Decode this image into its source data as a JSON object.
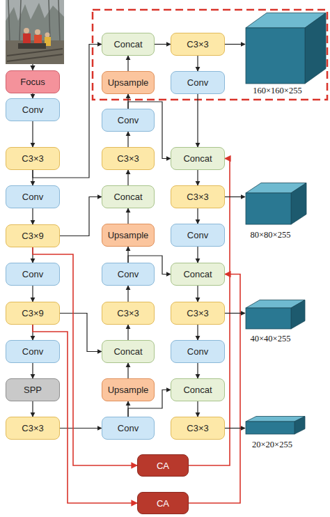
{
  "diagram": {
    "nodes": [
      {
        "text": [
          "Focus"
        ]
      },
      {
        "text": [
          "Conv"
        ]
      },
      {
        "text": [
          "C3×3"
        ]
      },
      {
        "text": [
          "Conv"
        ]
      },
      {
        "text": [
          "C3×9"
        ]
      },
      {
        "text": [
          "Conv"
        ]
      },
      {
        "text": [
          "C3×9"
        ]
      },
      {
        "text": [
          "Conv"
        ]
      },
      {
        "text": [
          "SPP"
        ]
      },
      {
        "text": [
          "C3×3"
        ]
      },
      {
        "text": [
          "Concat"
        ]
      },
      {
        "text": [
          "Upsample"
        ]
      },
      {
        "text": [
          "Conv"
        ]
      },
      {
        "text": [
          "C3×3"
        ]
      },
      {
        "text": [
          "Concat"
        ]
      },
      {
        "text": [
          "Upsample"
        ]
      },
      {
        "text": [
          "Conv"
        ]
      },
      {
        "text": [
          "C3×3"
        ]
      },
      {
        "text": [
          "Concat"
        ]
      },
      {
        "text": [
          "Upsample"
        ]
      },
      {
        "text": [
          "Conv"
        ]
      },
      {
        "text": [
          "C3×3"
        ]
      },
      {
        "text": [
          "Conv"
        ]
      },
      {
        "text": [
          "Concat"
        ]
      },
      {
        "text": [
          "C3×3"
        ]
      },
      {
        "text": [
          "Conv"
        ]
      },
      {
        "text": [
          "Concat"
        ]
      },
      {
        "text": [
          "C3×3"
        ]
      },
      {
        "text": [
          "Conv"
        ]
      },
      {
        "text": [
          "Concat"
        ]
      },
      {
        "text": [
          "C3×3"
        ]
      },
      {
        "text": [
          "CA"
        ]
      },
      {
        "text": [
          "CA"
        ]
      },
      {
        "text": [
          "160×160×255"
        ]
      },
      {
        "text": [
          "80×80×255"
        ]
      },
      {
        "text": [
          "40×40×255"
        ]
      },
      {
        "text": [
          "20×20×255"
        ]
      }
    ],
    "edges": [
      {
        "from": 0,
        "to": 1,
        "arrow": "to"
      },
      {
        "from": 1,
        "to": 2,
        "arrow": "to"
      },
      {
        "from": 2,
        "to": 3,
        "arrow": "to"
      },
      {
        "from": 3,
        "to": 4,
        "arrow": "to"
      },
      {
        "from": 4,
        "to": 5,
        "arrow": "to"
      },
      {
        "from": 5,
        "to": 6,
        "arrow": "to"
      },
      {
        "from": 6,
        "to": 7,
        "arrow": "to"
      },
      {
        "from": 7,
        "to": 8,
        "arrow": "to"
      },
      {
        "from": 8,
        "to": 9,
        "arrow": "to"
      },
      {
        "from": 2,
        "to": 10,
        "arrow": "to"
      },
      {
        "from": 4,
        "to": 14,
        "arrow": "to"
      },
      {
        "from": 6,
        "to": 18,
        "arrow": "to"
      },
      {
        "from": 9,
        "to": 20,
        "arrow": "to"
      },
      {
        "from": 4,
        "to": 31,
        "arrow": "to"
      },
      {
        "from": 6,
        "to": 32,
        "arrow": "to"
      },
      {
        "from": 31,
        "to": 23,
        "arrow": "to"
      },
      {
        "from": 32,
        "to": 26,
        "arrow": "to"
      },
      {
        "from": 20,
        "to": 19,
        "arrow": "to"
      },
      {
        "from": 20,
        "to": 29,
        "arrow": "to"
      },
      {
        "from": 19,
        "to": 18,
        "arrow": "to"
      },
      {
        "from": 18,
        "to": 17,
        "arrow": "to"
      },
      {
        "from": 17,
        "to": 16,
        "arrow": "to"
      },
      {
        "from": 16,
        "to": 15,
        "arrow": "to"
      },
      {
        "from": 16,
        "to": 26,
        "arrow": "to"
      },
      {
        "from": 15,
        "to": 14,
        "arrow": "to"
      },
      {
        "from": 14,
        "to": 13,
        "arrow": "to"
      },
      {
        "from": 13,
        "to": 12,
        "arrow": "to"
      },
      {
        "from": 12,
        "to": 11,
        "arrow": "to"
      },
      {
        "from": 12,
        "to": 23,
        "arrow": "to"
      },
      {
        "from": 11,
        "to": 10,
        "arrow": "to"
      },
      {
        "from": 10,
        "to": 21,
        "arrow": "to"
      },
      {
        "from": 21,
        "to": 33,
        "arrow": "to"
      },
      {
        "from": 21,
        "to": 22,
        "arrow": "to"
      },
      {
        "from": 22,
        "to": 23,
        "arrow": "to"
      },
      {
        "from": 23,
        "to": 24,
        "arrow": "to"
      },
      {
        "from": 24,
        "to": 34,
        "arrow": "to"
      },
      {
        "from": 24,
        "to": 25,
        "arrow": "to"
      },
      {
        "from": 25,
        "to": 26,
        "arrow": "to"
      },
      {
        "from": 26,
        "to": 27,
        "arrow": "to"
      },
      {
        "from": 27,
        "to": 35,
        "arrow": "to"
      },
      {
        "from": 27,
        "to": 28,
        "arrow": "to"
      },
      {
        "from": 28,
        "to": 29,
        "arrow": "to"
      },
      {
        "from": 29,
        "to": 30,
        "arrow": "to"
      },
      {
        "from": 30,
        "to": 36,
        "arrow": "to"
      }
    ]
  }
}
